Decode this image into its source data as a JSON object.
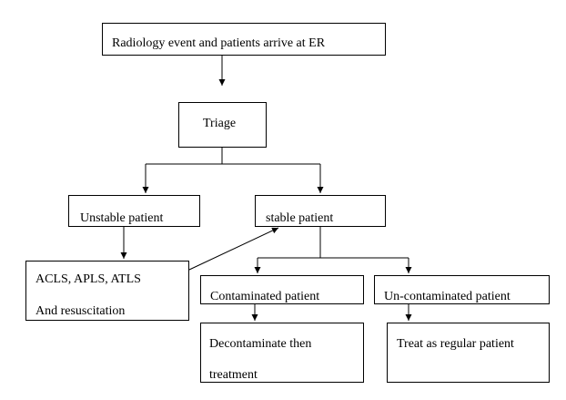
{
  "diagram": {
    "nodes": {
      "radiology_event": "Radiology event and patients arrive at ER",
      "triage": "Triage",
      "unstable_patient": "Unstable patient",
      "stable_patient": "stable patient",
      "resuscitation_line1": "ACLS, APLS, ATLS",
      "resuscitation_line2": "And resuscitation",
      "contaminated_patient": "Contaminated patient",
      "uncontaminated_patient": "Un-contaminated patient",
      "decontaminate_line1": "Decontaminate then",
      "decontaminate_line2": "treatment",
      "treat_regular": "Treat as regular patient"
    }
  }
}
